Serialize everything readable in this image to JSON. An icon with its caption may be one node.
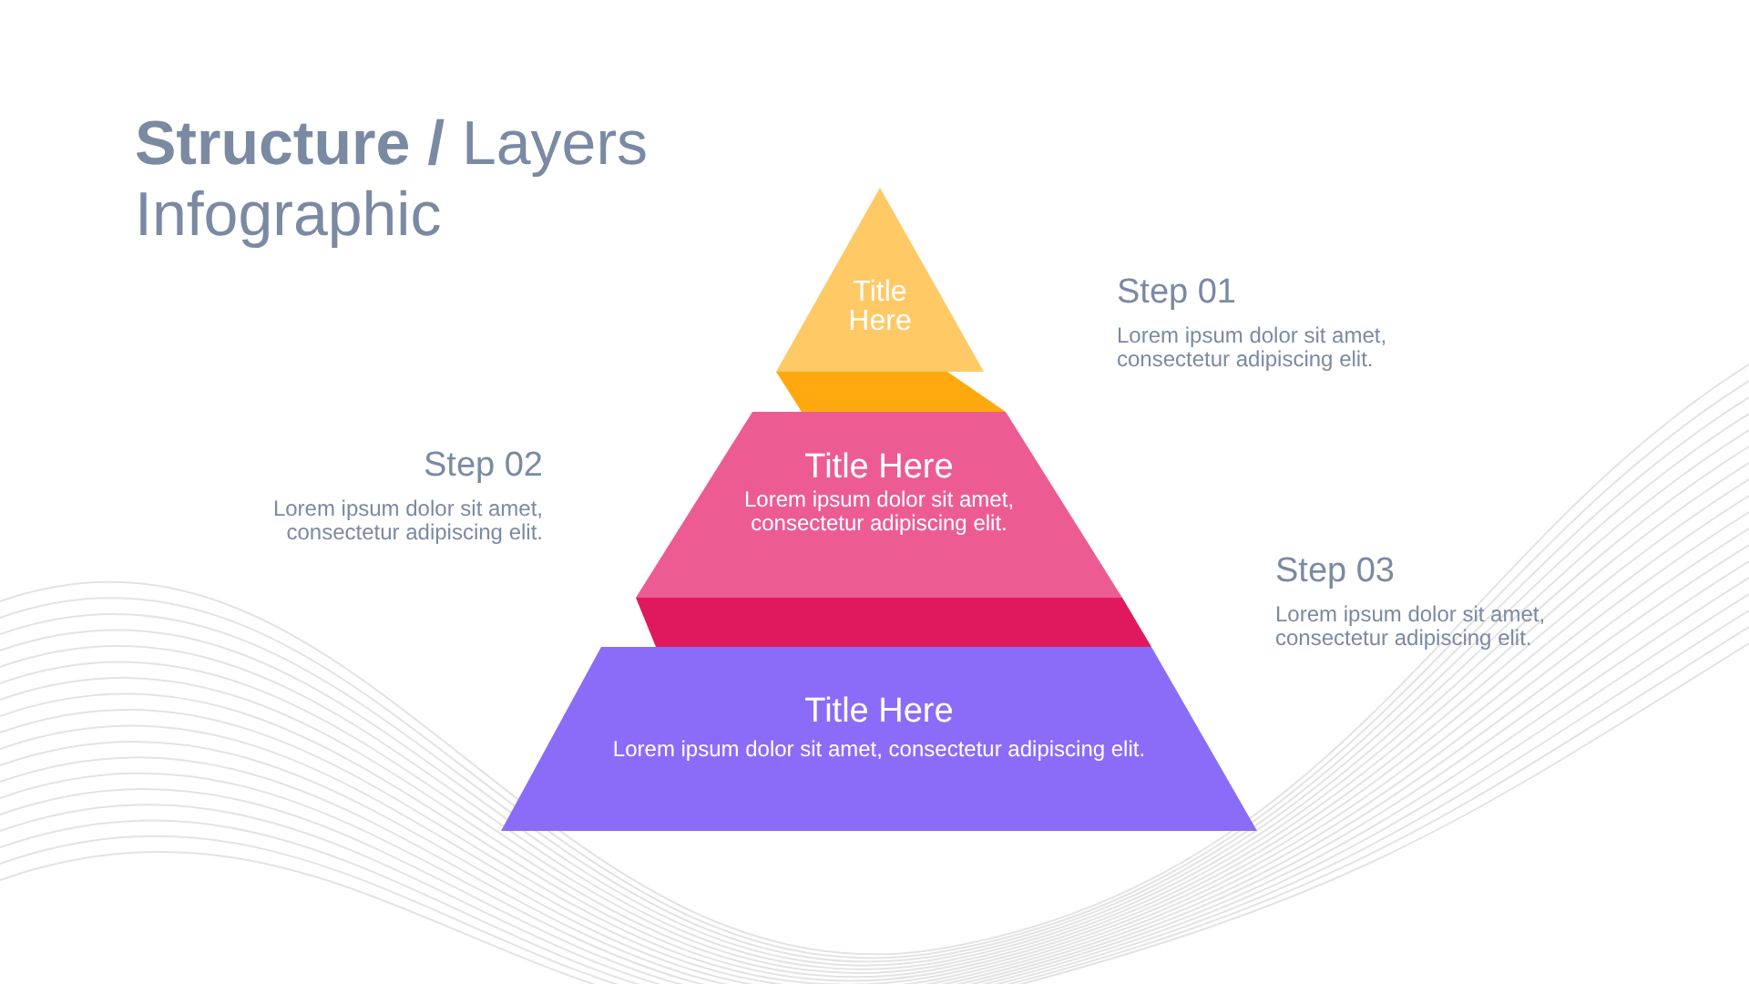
{
  "diagram": {
    "title": "**Structure /** Layers Infographic",
    "nodes": [
      {
        "text": [
          "Title Here"
        ],
        "beside": [
          "Step 01",
          "Lorem ipsum dolor sit amet, consectetur adipiscing elit."
        ]
      },
      {
        "text": [],
        "shape": "bar"
      },
      {
        "text": [
          "Title Here",
          "Lorem ipsum dolor sit amet, consectetur adipiscing elit."
        ],
        "beside": [
          "Step 02",
          "Lorem ipsum dolor sit amet, consectetur adipiscing elit."
        ]
      },
      {
        "text": [],
        "shape": "bar"
      },
      {
        "text": [
          "Title Here",
          "Lorem ipsum dolor sit amet, consectetur adipiscing elit."
        ],
        "beside": [
          "Step 03",
          "Lorem ipsum dolor sit amet, consectetur adipiscing elit."
        ]
      }
    ],
    "edges": []
  }
}
